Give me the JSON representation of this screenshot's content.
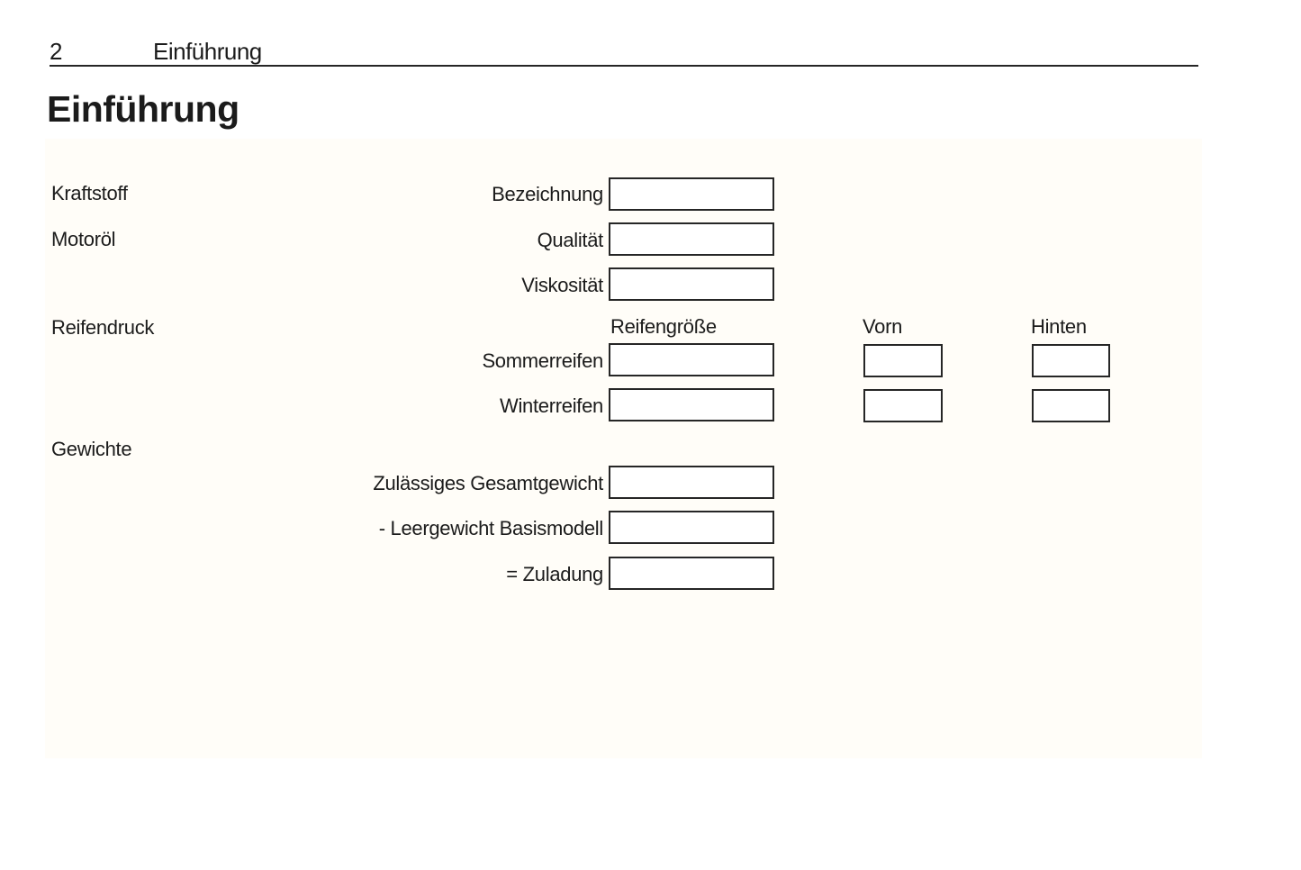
{
  "header": {
    "page_number": "2",
    "chapter_title": "Einführung"
  },
  "page_title": "Einführung",
  "form": {
    "section_labels": {
      "fuel": "Kraftstoff",
      "engine_oil": "Motoröl",
      "tire_pressure": "Reifendruck",
      "weights": "Gewichte"
    },
    "field_labels": {
      "designation": "Bezeichnung",
      "quality": "Qualität",
      "viscosity": "Viskosität",
      "summer_tires": "Sommerreifen",
      "winter_tires": "Winterreifen",
      "gross_weight": "Zulässiges Gesamtgewicht",
      "curb_weight": "- Leergewicht Basismodell",
      "payload": "= Zuladung"
    },
    "column_headers": {
      "tire_size": "Reifengröße",
      "front": "Vorn",
      "rear": "Hinten"
    },
    "values": {
      "designation": "",
      "quality": "",
      "viscosity": "",
      "summer_size": "",
      "summer_front": "",
      "summer_rear": "",
      "winter_size": "",
      "winter_front": "",
      "winter_rear": "",
      "gross_weight": "",
      "curb_weight": "",
      "payload": ""
    }
  },
  "colors": {
    "text": "#1b1b1b",
    "box_border": "#262626",
    "panel_background": "#fffdf8",
    "page_background": "#ffffff"
  }
}
